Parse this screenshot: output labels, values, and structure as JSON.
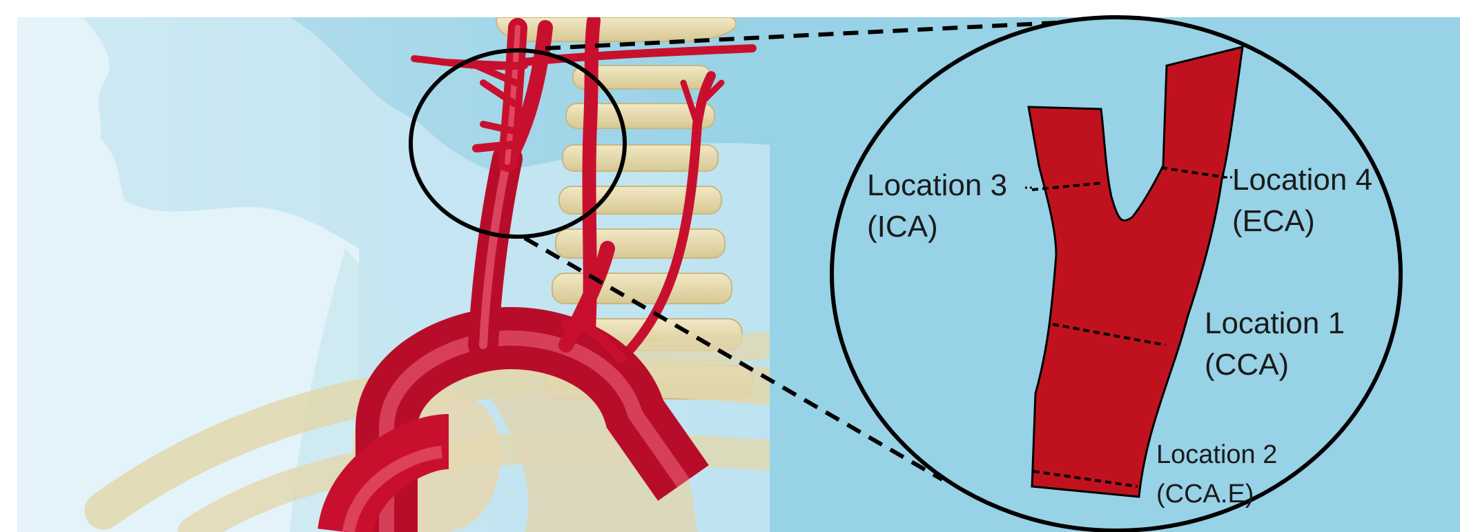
{
  "colors": {
    "background_light": "#cfe9f3",
    "background_right": "#97d2e6",
    "artery_red": "#c8102e",
    "artery_highlight": "#f06a80",
    "bone": "#e8dcb0",
    "skin_silhouette": "#e9f6fb",
    "outline": "#000000"
  },
  "icons": [
    "carotid-anatomy-illustration",
    "magnified-bifurcation-diagram"
  ],
  "labels": {
    "location1": {
      "name": "Location 1",
      "vessel": "(CCA)"
    },
    "location2": {
      "name": "Location 2",
      "vessel": "(CCA.E)"
    },
    "location3": {
      "name": "Location 3",
      "vessel": "(ICA)"
    },
    "location4": {
      "name": "Location 4",
      "vessel": "(ECA)"
    }
  }
}
